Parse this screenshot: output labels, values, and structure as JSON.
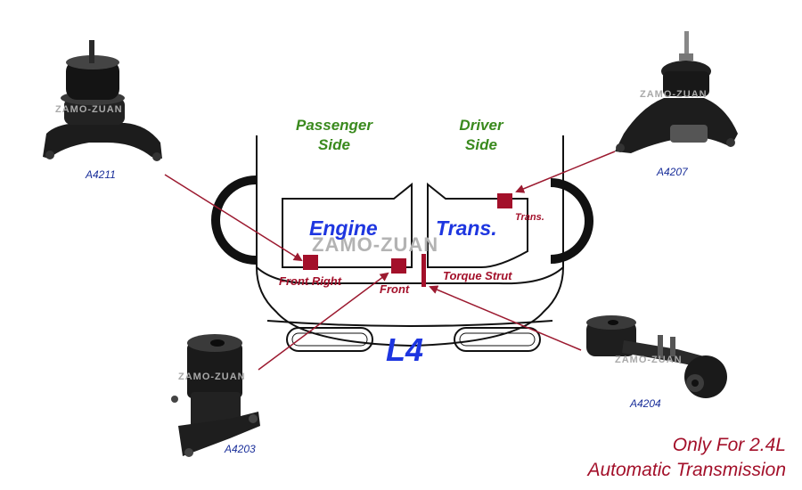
{
  "sides": {
    "passenger": [
      "Passenger",
      "Side"
    ],
    "driver": [
      "Driver",
      "Side"
    ]
  },
  "blocks": {
    "engine": "Engine",
    "trans": "Trans."
  },
  "engine_code": "L4",
  "watermark": "ZAMO-ZUAN",
  "parts": {
    "a4211": "A4211",
    "a4207": "A4207",
    "a4203": "A4203",
    "a4204": "A4204"
  },
  "locations": {
    "front_right": "Front Right",
    "front": "Front",
    "trans": "Trans.",
    "torque_strut": "Torque Strut"
  },
  "note": [
    "Only For 2.4L",
    "Automatic Transmission"
  ],
  "colors": {
    "marker": "#a3102a",
    "arrow": "#9c1a30",
    "outline": "#111111",
    "side_text": "#3a8a1e",
    "block_text": "#1e36e0",
    "part_text": "#1a2f9a"
  }
}
